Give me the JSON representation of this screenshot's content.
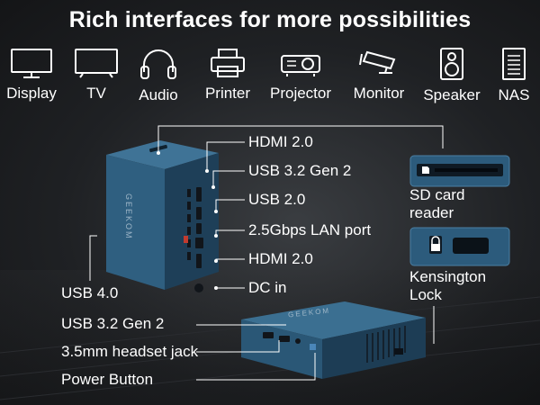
{
  "headline": "Rich interfaces for more possibilities",
  "devices": [
    {
      "label": "Display",
      "icon": "monitor-icon"
    },
    {
      "label": "TV",
      "icon": "tv-icon"
    },
    {
      "label": "Audio",
      "icon": "headphones-icon"
    },
    {
      "label": "Printer",
      "icon": "printer-icon"
    },
    {
      "label": "Projector",
      "icon": "projector-icon"
    },
    {
      "label": "Monitor",
      "icon": "security-camera-icon"
    },
    {
      "label": "Speaker",
      "icon": "speaker-icon"
    },
    {
      "label": "NAS",
      "icon": "nas-icon"
    }
  ],
  "rear_ports": [
    "HDMI 2.0",
    "USB 3.2 Gen 2",
    "USB 2.0",
    "2.5Gbps LAN port",
    "HDMI 2.0",
    "DC in"
  ],
  "left_port": "USB 4.0",
  "front_ports": [
    "USB 3.2 Gen 2",
    "3.5mm headset jack",
    "Power Button"
  ],
  "right_features": {
    "sd_line1": "SD card",
    "sd_line2": "reader",
    "lock_line1": "Kensington",
    "lock_line2": "Lock"
  },
  "brand": "GEEKOM",
  "colors": {
    "case": "#2f5f80",
    "case_dark": "#1e3f58",
    "background": "#1f2124"
  }
}
